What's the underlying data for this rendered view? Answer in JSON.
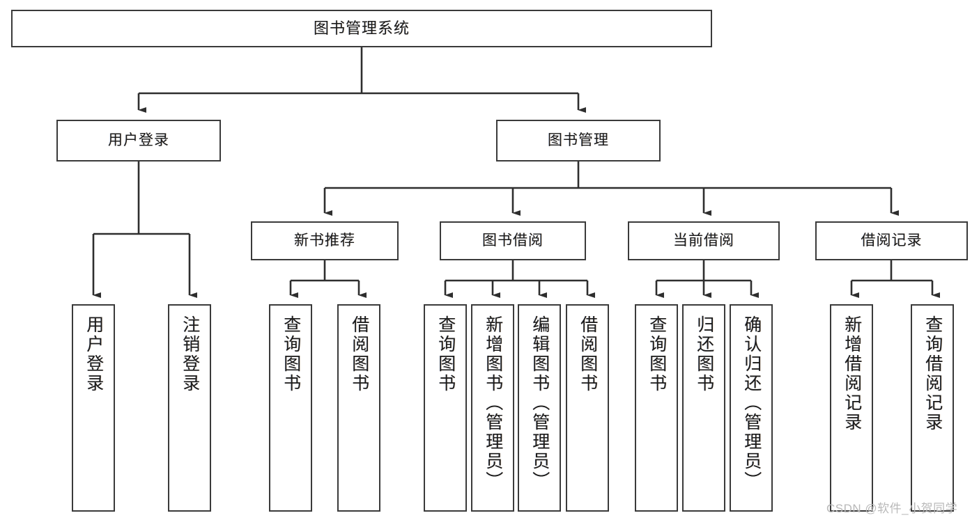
{
  "diagram": {
    "title": "图书管理系统",
    "type": "tree-hierarchy-chart",
    "root": {
      "label": "图书管理系统"
    },
    "level1": [
      {
        "label": "用户登录"
      },
      {
        "label": "图书管理"
      }
    ],
    "level2": [
      {
        "label": "新书推荐"
      },
      {
        "label": "图书借阅"
      },
      {
        "label": "当前借阅"
      },
      {
        "label": "借阅记录"
      }
    ],
    "leaves": [
      {
        "label": "用户登录"
      },
      {
        "label": "注销登录"
      },
      {
        "label": "查询图书"
      },
      {
        "label": "借阅图书"
      },
      {
        "label": "查询图书"
      },
      {
        "label": "新增图书（管理员）"
      },
      {
        "label": "编辑图书（管理员）"
      },
      {
        "label": "借阅图书"
      },
      {
        "label": "查询图书"
      },
      {
        "label": "归还图书"
      },
      {
        "label": "确认归还（管理员）"
      },
      {
        "label": "新增借阅记录"
      },
      {
        "label": "查询借阅记录"
      }
    ]
  },
  "watermark": {
    "text": "CSDN @软件_小贺同学"
  },
  "colors": {
    "border": "#3a3a3a",
    "text": "#1b1b1b",
    "background": "#ffffff",
    "watermark": "#b9b9b9"
  }
}
